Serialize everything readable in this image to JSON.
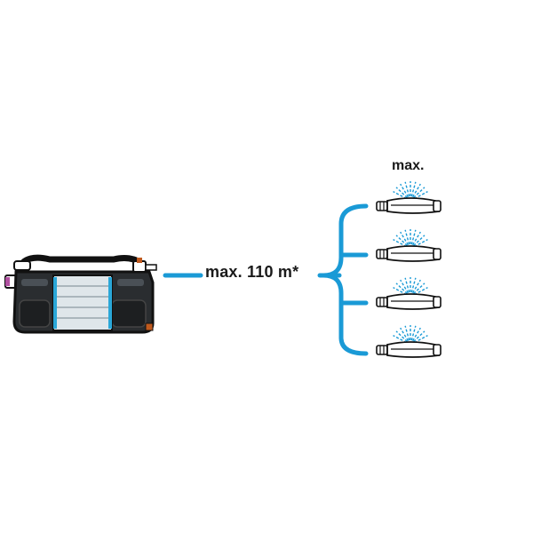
{
  "diagram": {
    "distance_label": "max. 110  m*",
    "sprinkler_count_label": "max.",
    "sprinkler_count": 4,
    "colors": {
      "hose": "#1a9ad6",
      "pump_body": "#2a2d30",
      "pump_frame": "#111111",
      "pump_band": "#dfe6ea",
      "pump_accent": "#2aa7d8",
      "outlet_accent": "#c05a1e",
      "inlet_accent": "#b050a0",
      "spray": "#1a9ad6",
      "sprinkler_body": "#ffffff",
      "outline": "#111111"
    },
    "icons": {
      "pump": "garden-pump-icon",
      "sprinkler": "oscillating-sprinkler-icon"
    }
  }
}
